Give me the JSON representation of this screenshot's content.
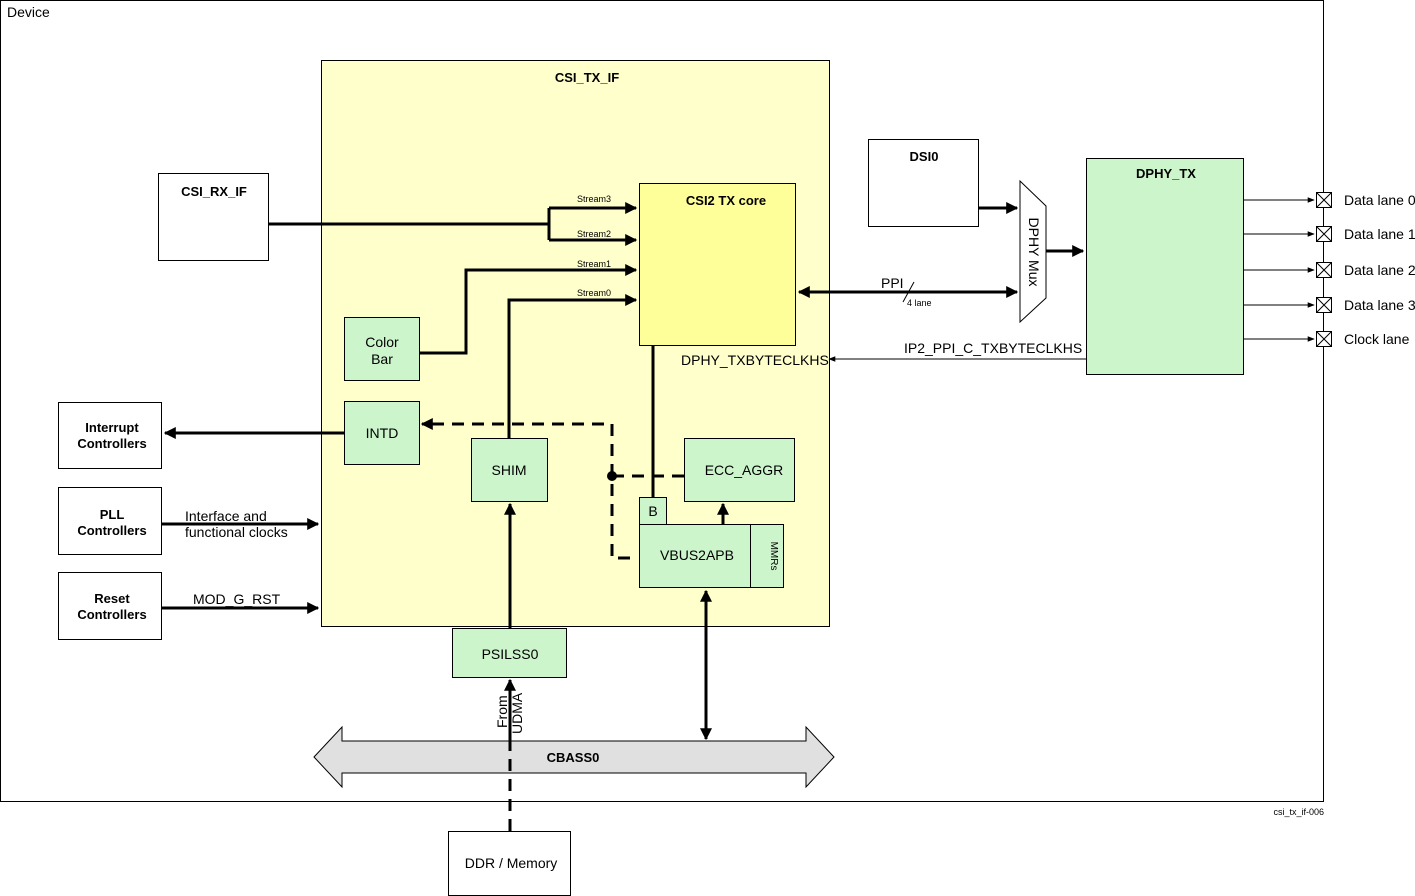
{
  "device_label": "Device",
  "csi_tx_if": "CSI_TX_IF",
  "csi_rx_if": "CSI_RX_IF",
  "csi2_tx_core": "CSI2 TX core",
  "streams": [
    "Stream3",
    "Stream2",
    "Stream1",
    "Stream0"
  ],
  "color_bar": [
    "Color",
    "Bar"
  ],
  "intd": "INTD",
  "shim": "SHIM",
  "ecc_aggr": "ECC_AGGR",
  "b_block": "B",
  "vbus2apb": "VBUS2APB",
  "mmrs": "MMRs",
  "psilss0": "PSILSS0",
  "cbass0": "CBASS0",
  "ddr_memory": "DDR / Memory",
  "from_udma": [
    "From",
    "UDMA"
  ],
  "interrupt_controllers": [
    "Interrupt",
    "Controllers"
  ],
  "pll_controllers": [
    "PLL",
    "Controllers"
  ],
  "reset_controllers": [
    "Reset",
    "Controllers"
  ],
  "interface_clocks": [
    "Interface and",
    "functional clocks"
  ],
  "mod_g_rst": "MOD_G_RST",
  "dsi0": "DSI0",
  "dphy_mux": "DPHY Mux",
  "dphy_tx": "DPHY_TX",
  "ppi": "PPI",
  "four_lane": "4 lane",
  "ip2_ppi": "IP2_PPI_C_TXBYTECLKHS",
  "dphy_txbyteclkhs": "DPHY_TXBYTECLKHS",
  "lanes": [
    "Data lane 0",
    "Data lane 1",
    "Data lane 2",
    "Data lane 3",
    "Clock lane"
  ],
  "figure_id": "csi_tx_if-006"
}
